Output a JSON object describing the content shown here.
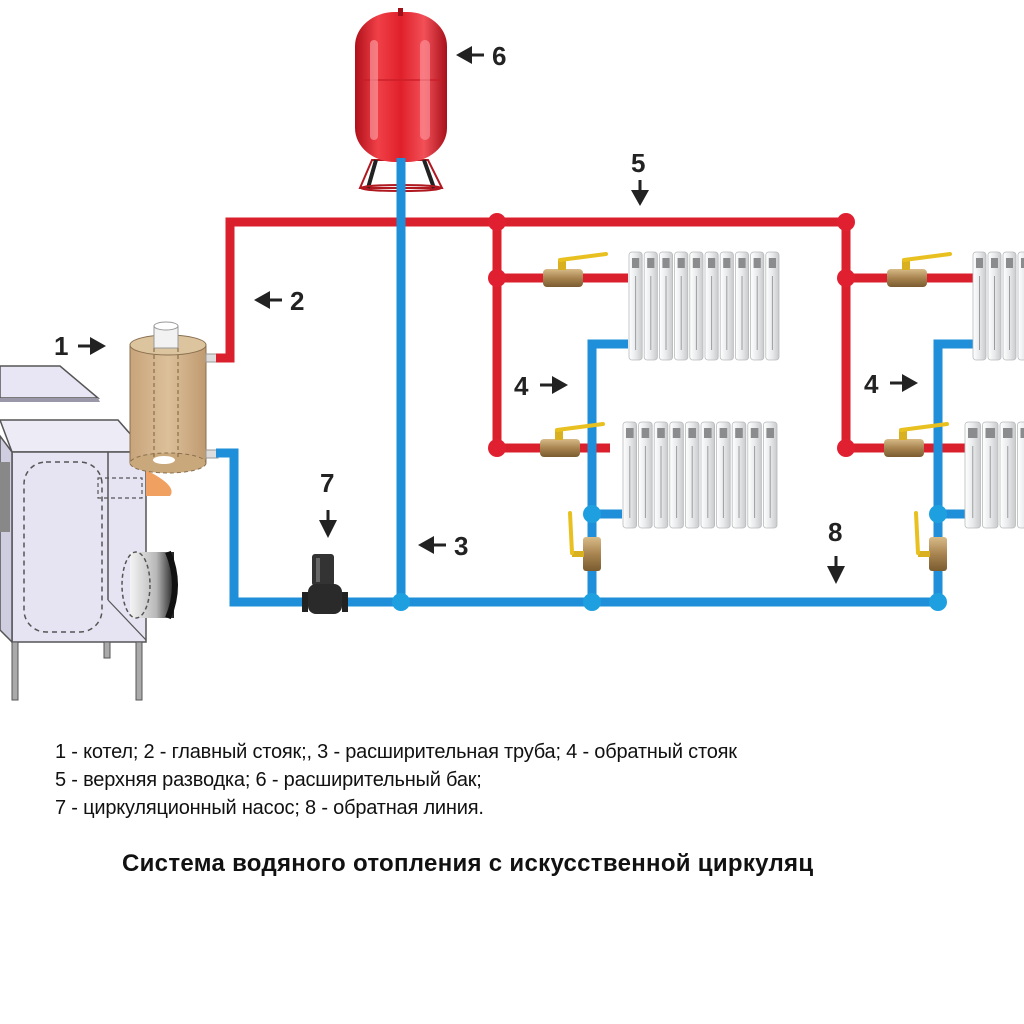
{
  "diagram": {
    "colors": {
      "supply_pipe": "#d9202c",
      "return_pipe": "#1e8fd8",
      "expansion_tank": "#e0202a",
      "boiler_body": "#e4e2f2",
      "heat_exchanger": "#d2b48c",
      "radiator": "#eceef0",
      "valve_brass": "#b8955a",
      "valve_handle": "#e8c020",
      "pump": "#333333"
    },
    "callouts": [
      {
        "id": 1,
        "label": "1",
        "target": "boiler"
      },
      {
        "id": 2,
        "label": "2",
        "target": "main-riser"
      },
      {
        "id": 3,
        "label": "3",
        "target": "expansion-pipe"
      },
      {
        "id": 4,
        "label": "4",
        "target": "return-riser-left"
      },
      {
        "id": 5,
        "label": "4",
        "target": "return-riser-right"
      },
      {
        "id": 6,
        "label": "5",
        "target": "upper-distribution"
      },
      {
        "id": 7,
        "label": "6",
        "target": "expansion-tank"
      },
      {
        "id": 8,
        "label": "7",
        "target": "circulation-pump"
      },
      {
        "id": 9,
        "label": "8",
        "target": "return-line"
      }
    ]
  },
  "legend": {
    "lines": [
      "1 - котел; 2 - главный стояк;, 3 - расширительная труба; 4 - обратный стояк",
      "5 - верхняя разводка; 6 - расширительный бак;",
      "7 - циркуляционный насос; 8 - обратная линия."
    ]
  },
  "caption": "Система водяного отопления с искусственной циркуляц"
}
